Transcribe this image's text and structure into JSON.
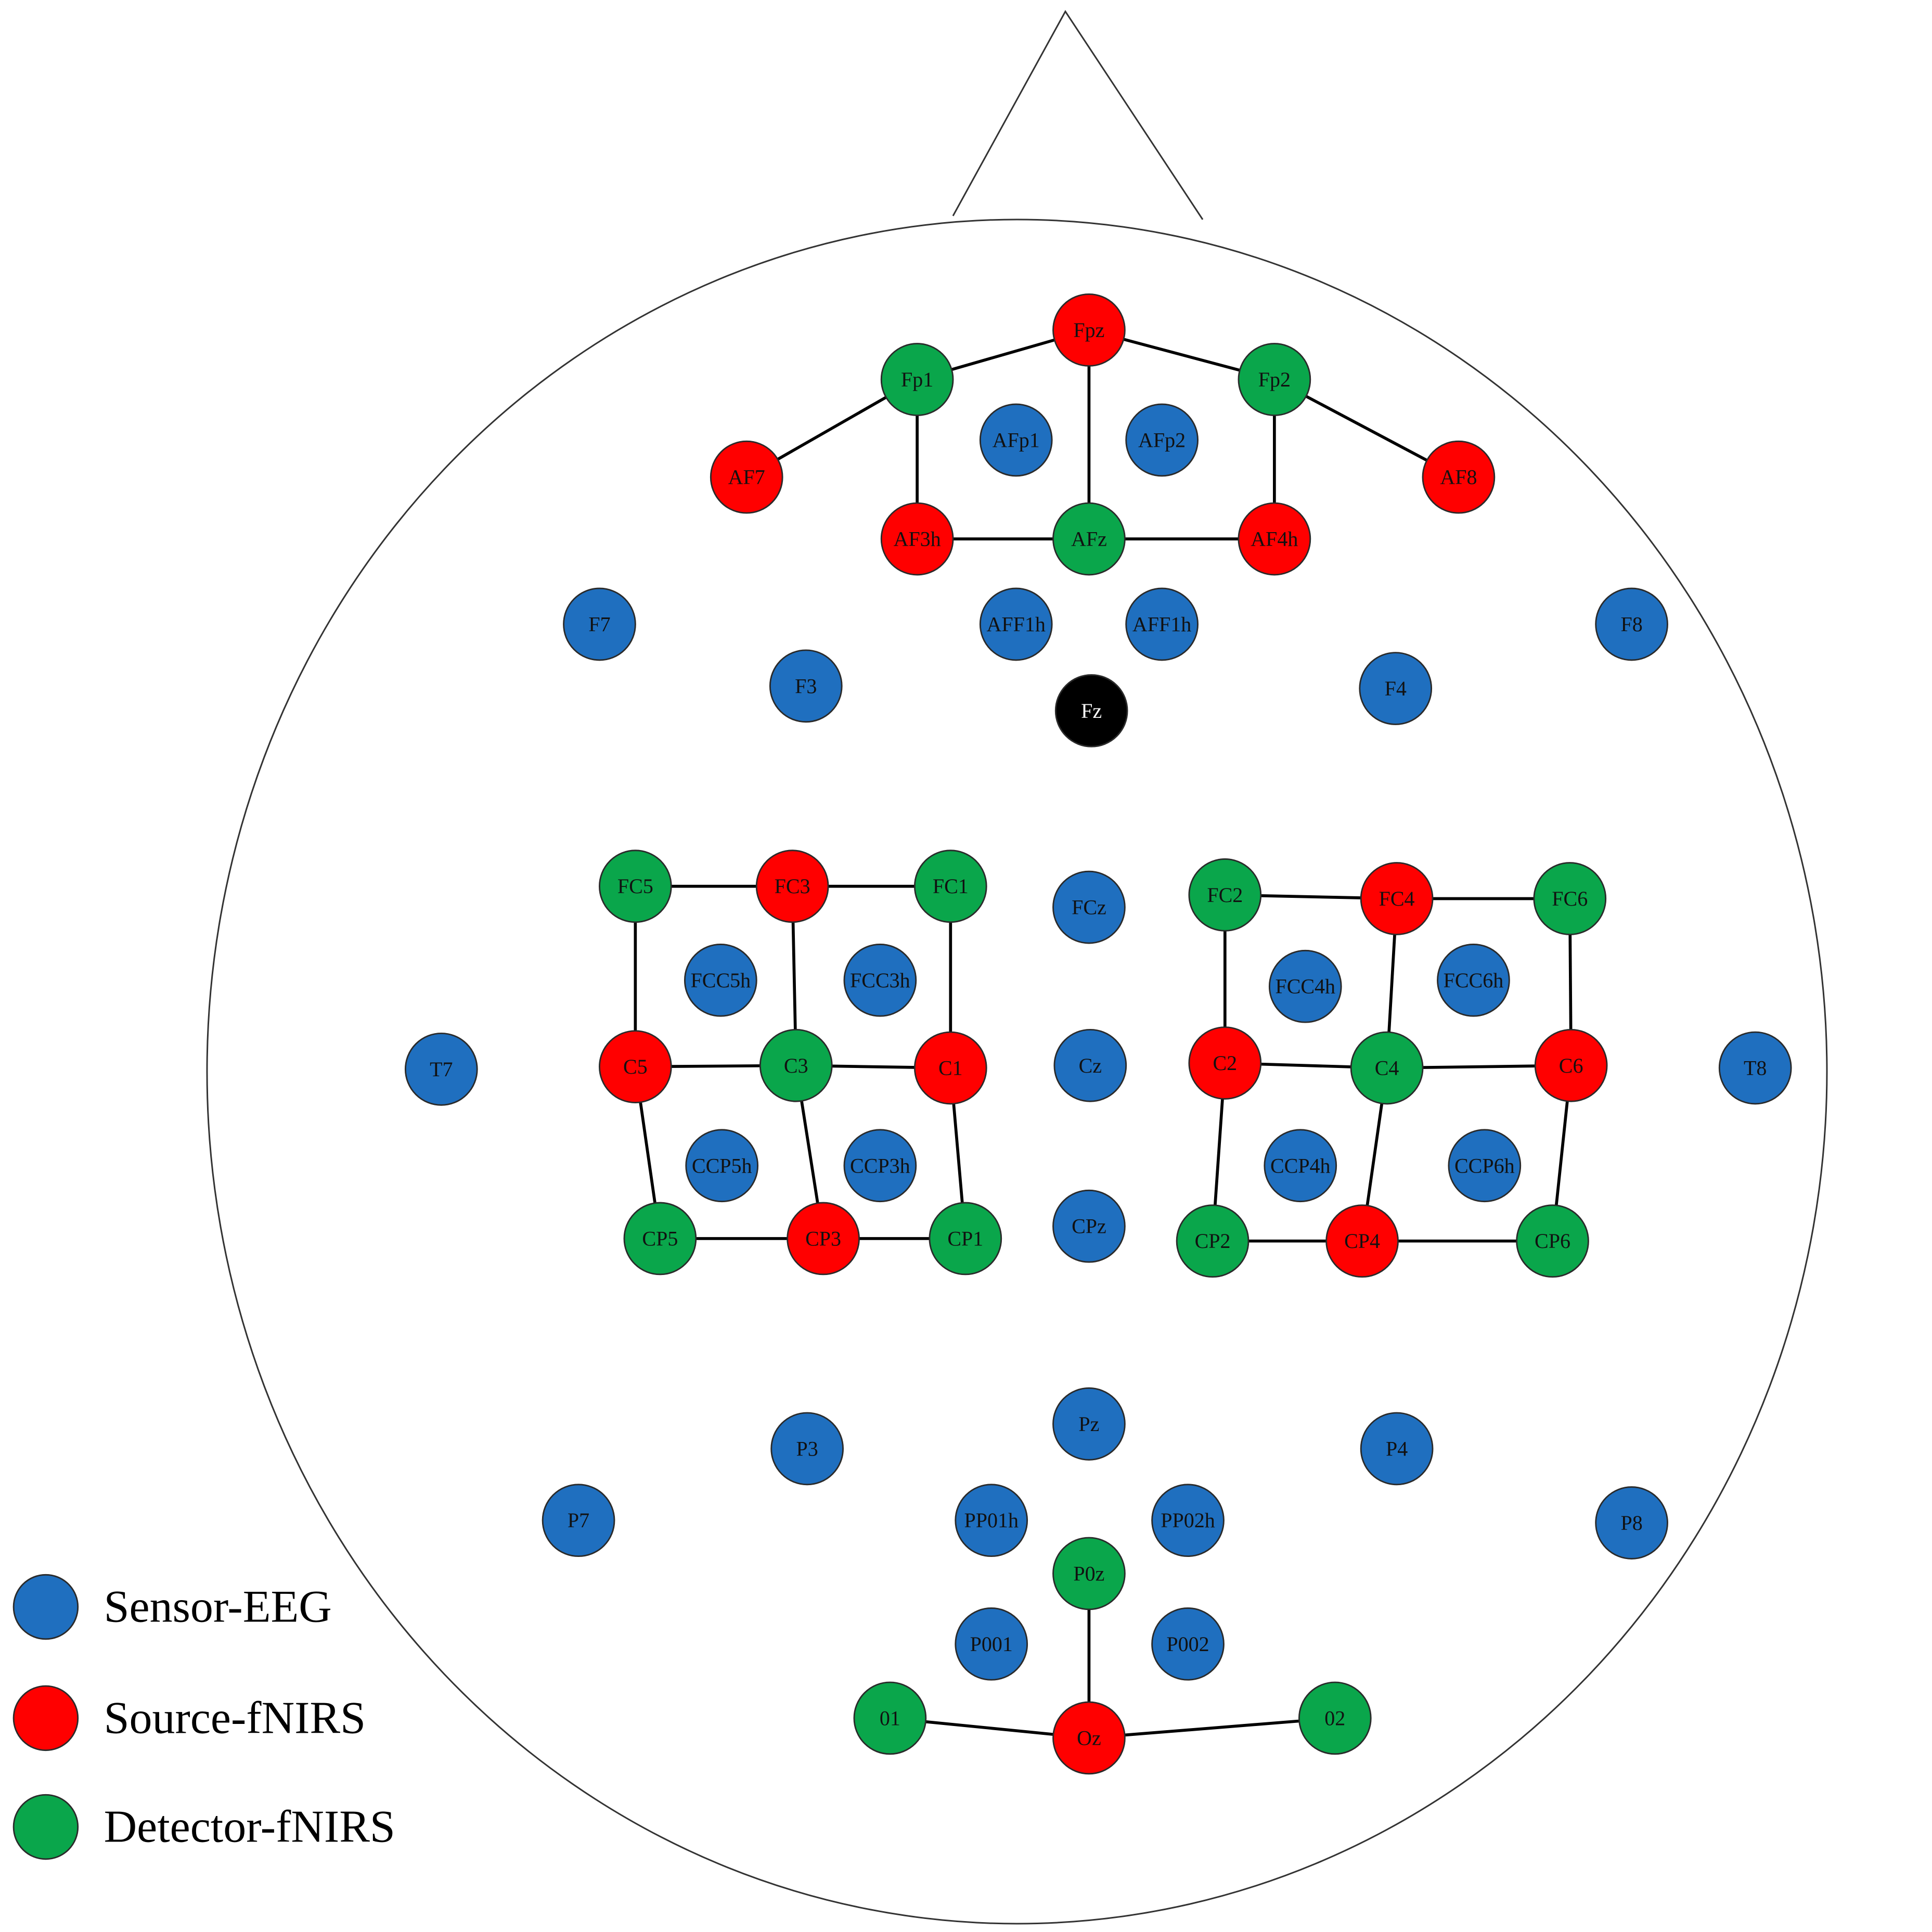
{
  "colors": {
    "sensor_eeg": "#1f6fbf",
    "source_fnirs": "#ff0000",
    "detector_fnirs": "#0aa64b",
    "reference": "#000000",
    "outline": "#333333",
    "connection": "#000000"
  },
  "legend": [
    {
      "type": "sensor_eeg",
      "label": "Sensor-EEG"
    },
    {
      "type": "source_fnirs",
      "label": "Source-fNIRS"
    },
    {
      "type": "detector_fnirs",
      "label": "Detector-fNIRS"
    }
  ],
  "electrodes": [
    {
      "id": "Fpz",
      "type": "source_fnirs"
    },
    {
      "id": "Fp1",
      "type": "detector_fnirs"
    },
    {
      "id": "Fp2",
      "type": "detector_fnirs"
    },
    {
      "id": "AFp1",
      "type": "sensor_eeg"
    },
    {
      "id": "AFp2",
      "type": "sensor_eeg"
    },
    {
      "id": "AF7",
      "type": "source_fnirs"
    },
    {
      "id": "AF8",
      "type": "source_fnirs"
    },
    {
      "id": "AF3h",
      "type": "source_fnirs"
    },
    {
      "id": "AFz",
      "type": "detector_fnirs"
    },
    {
      "id": "AF4h",
      "type": "source_fnirs"
    },
    {
      "id": "F7",
      "type": "sensor_eeg"
    },
    {
      "id": "AFF1h",
      "label": "AFF1h",
      "type": "sensor_eeg"
    },
    {
      "id": "AFF1h_r",
      "label": "AFF1h",
      "type": "sensor_eeg"
    },
    {
      "id": "F8",
      "type": "sensor_eeg"
    },
    {
      "id": "F3",
      "type": "sensor_eeg"
    },
    {
      "id": "Fz",
      "type": "reference"
    },
    {
      "id": "F4",
      "type": "sensor_eeg"
    },
    {
      "id": "FC5",
      "type": "detector_fnirs"
    },
    {
      "id": "FC3",
      "type": "source_fnirs"
    },
    {
      "id": "FC1",
      "type": "detector_fnirs"
    },
    {
      "id": "FCz",
      "type": "sensor_eeg"
    },
    {
      "id": "FC2",
      "type": "detector_fnirs"
    },
    {
      "id": "FC4",
      "type": "source_fnirs"
    },
    {
      "id": "FC6",
      "type": "detector_fnirs"
    },
    {
      "id": "FCC5h",
      "type": "sensor_eeg"
    },
    {
      "id": "FCC3h",
      "type": "sensor_eeg"
    },
    {
      "id": "FCC4h",
      "type": "sensor_eeg"
    },
    {
      "id": "FCC6h",
      "type": "sensor_eeg"
    },
    {
      "id": "T7",
      "type": "sensor_eeg"
    },
    {
      "id": "C5",
      "type": "source_fnirs"
    },
    {
      "id": "C3",
      "type": "detector_fnirs"
    },
    {
      "id": "C1",
      "type": "source_fnirs"
    },
    {
      "id": "Cz",
      "type": "sensor_eeg"
    },
    {
      "id": "C2",
      "type": "source_fnirs"
    },
    {
      "id": "C4",
      "type": "detector_fnirs"
    },
    {
      "id": "C6",
      "type": "source_fnirs"
    },
    {
      "id": "T8",
      "type": "sensor_eeg"
    },
    {
      "id": "CCP5h",
      "type": "sensor_eeg"
    },
    {
      "id": "CCP3h",
      "type": "sensor_eeg"
    },
    {
      "id": "CCP4h",
      "type": "sensor_eeg"
    },
    {
      "id": "CCP6h",
      "type": "sensor_eeg"
    },
    {
      "id": "CP5",
      "type": "detector_fnirs"
    },
    {
      "id": "CP3",
      "type": "source_fnirs"
    },
    {
      "id": "CP1",
      "type": "detector_fnirs"
    },
    {
      "id": "CPz",
      "type": "sensor_eeg"
    },
    {
      "id": "CP2",
      "type": "detector_fnirs"
    },
    {
      "id": "CP4",
      "type": "source_fnirs"
    },
    {
      "id": "CP6",
      "type": "detector_fnirs"
    },
    {
      "id": "Pz",
      "type": "sensor_eeg"
    },
    {
      "id": "P3",
      "type": "sensor_eeg"
    },
    {
      "id": "P4",
      "type": "sensor_eeg"
    },
    {
      "id": "P7",
      "type": "sensor_eeg"
    },
    {
      "id": "PP01h",
      "type": "sensor_eeg"
    },
    {
      "id": "PP02h",
      "type": "sensor_eeg"
    },
    {
      "id": "P8",
      "type": "sensor_eeg"
    },
    {
      "id": "P0z",
      "type": "detector_fnirs"
    },
    {
      "id": "P001",
      "type": "sensor_eeg"
    },
    {
      "id": "P002",
      "type": "sensor_eeg"
    },
    {
      "id": "01",
      "type": "detector_fnirs"
    },
    {
      "id": "Oz",
      "type": "source_fnirs"
    },
    {
      "id": "02",
      "type": "detector_fnirs"
    }
  ],
  "connections": [
    [
      "Fp1",
      "Fpz"
    ],
    [
      "Fpz",
      "Fp2"
    ],
    [
      "Fp1",
      "AF7"
    ],
    [
      "Fp2",
      "AF8"
    ],
    [
      "Fp1",
      "AF3h"
    ],
    [
      "Fpz",
      "AFz"
    ],
    [
      "Fp2",
      "AF4h"
    ],
    [
      "AF3h",
      "AFz"
    ],
    [
      "AFz",
      "AF4h"
    ],
    [
      "FC5",
      "FC3"
    ],
    [
      "FC3",
      "FC1"
    ],
    [
      "FC5",
      "C5"
    ],
    [
      "FC3",
      "C3"
    ],
    [
      "FC1",
      "C1"
    ],
    [
      "C5",
      "C3"
    ],
    [
      "C3",
      "C1"
    ],
    [
      "C5",
      "CP5"
    ],
    [
      "C3",
      "CP3"
    ],
    [
      "C1",
      "CP1"
    ],
    [
      "CP5",
      "CP3"
    ],
    [
      "CP3",
      "CP1"
    ],
    [
      "FC2",
      "FC4"
    ],
    [
      "FC4",
      "FC6"
    ],
    [
      "FC2",
      "C2"
    ],
    [
      "FC4",
      "C4"
    ],
    [
      "FC6",
      "C6"
    ],
    [
      "C2",
      "C4"
    ],
    [
      "C4",
      "C6"
    ],
    [
      "C2",
      "CP2"
    ],
    [
      "C4",
      "CP4"
    ],
    [
      "C6",
      "CP6"
    ],
    [
      "CP2",
      "CP4"
    ],
    [
      "CP4",
      "CP6"
    ],
    [
      "P0z",
      "Oz"
    ],
    [
      "01",
      "Oz"
    ],
    [
      "Oz",
      "02"
    ]
  ]
}
